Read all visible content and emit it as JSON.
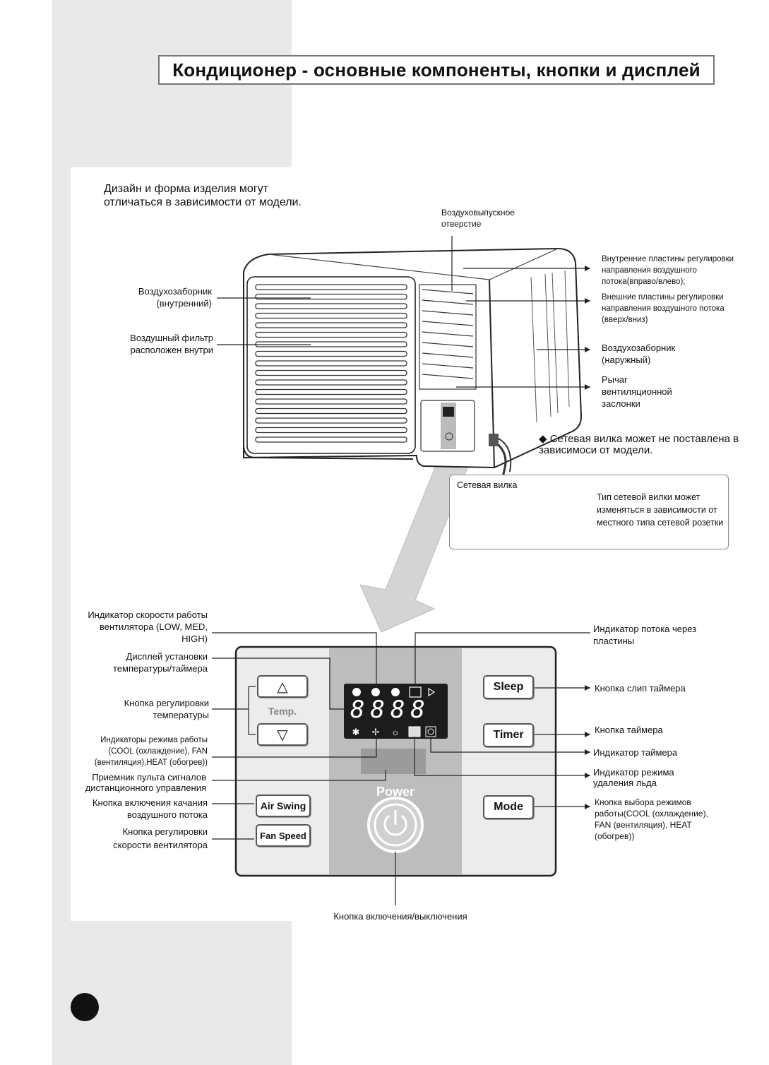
{
  "title": "Кондиционер - основные компоненты, кнопки и дисплей",
  "intro": "Дизайн и форма изделия могут отличаться в зависимости от модели.",
  "unit_labels": {
    "air_outlet": "Воздуховыпускное отверстие",
    "inner_louvers": "Внутренние пластины регулировки направления воздушного потока(вправо/влево);",
    "outer_louvers": "Внешние пластины регулировки направления воздушного потока (вверх/вниз)",
    "air_intake_outer": "Воздухозаборник (наружный)",
    "vent_lever": "Рычаг вентиляционной заслонки",
    "air_intake_inner": "Воздухозаборник (внутренний)",
    "air_filter": "Воздушный фильтр расположен внутри"
  },
  "plug_note": "◆ Сетевая вилка может не поставлена в зависимоси от модели.",
  "plug_box": {
    "title": "Сетевая вилка",
    "text": "Тип сетевой вилки может изменяться в зависимости от местного типа сетевой розетки"
  },
  "panel_labels_left": {
    "fan_speed_indicator": "Индикатор скорости работы вентилятора (LOW, MED, HIGH)",
    "temp_timer_display": "Дисплей установки температуры/таймера",
    "temp_button": "Кнопка регулировки температуры",
    "mode_indicators": "Индикаторы режима работы (COOL (охлаждение), FAN (вентиляция),HEAT (обогрев))",
    "remote_receiver": "Приемник пульта сигналов дистанционного управления",
    "air_swing_button": "Кнопка включения качания воздушного потока",
    "fan_speed_button": "Кнопка регулировки скорости вентилятора"
  },
  "panel_labels_right": {
    "louver_indicator": "Индикатор потока через пластины",
    "sleep_button": "Кнопка слип таймера",
    "timer_button": "Кнопка таймера",
    "timer_indicator": "Индикатор таймера",
    "deice_indicator": "Индикатор режима удаления льда",
    "mode_button": "Кнопка выбора режимов работы(COOL (охлаждение), FAN (вентиляция), HEAT (обогрев))"
  },
  "power_label": "Кнопка включения/выключения",
  "panel_buttons": {
    "temp": "Temp.",
    "sleep": "Sleep",
    "timer": "Timer",
    "air_swing": "Air Swing",
    "fan_speed": "Fan Speed",
    "mode": "Mode",
    "power": "Power"
  },
  "display_digits": "8888"
}
